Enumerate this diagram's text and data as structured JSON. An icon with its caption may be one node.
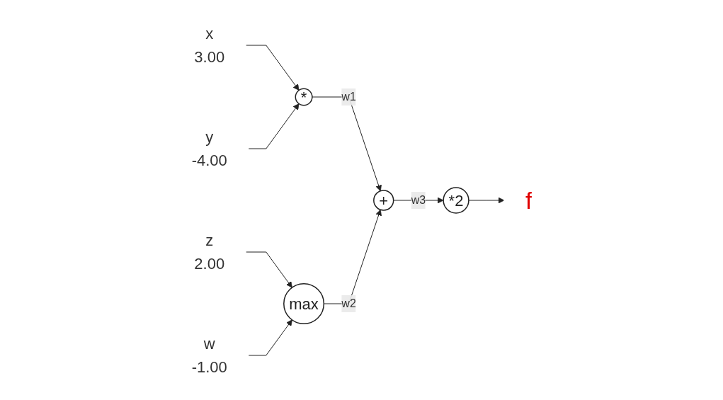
{
  "diagram": {
    "nodes": [
      {
        "text": [
          "x",
          "3.00"
        ]
      },
      {
        "text": [
          "y",
          "-4.00"
        ]
      },
      {
        "text": [
          "z",
          "2.00"
        ]
      },
      {
        "text": [
          "w",
          "-1.00"
        ]
      },
      {
        "text": [
          "*"
        ]
      },
      {
        "text": [
          "max"
        ]
      },
      {
        "text": [
          "+"
        ]
      },
      {
        "text": [
          "*2"
        ]
      },
      {
        "text": [
          "f"
        ]
      }
    ],
    "edges": [
      {
        "from": 0,
        "to": 4,
        "arrow": "to"
      },
      {
        "from": 1,
        "to": 4,
        "arrow": "to"
      },
      {
        "from": 2,
        "to": 5,
        "arrow": "to"
      },
      {
        "from": 3,
        "to": 5,
        "arrow": "to"
      },
      {
        "from": 4,
        "to": 6,
        "label": "w1",
        "arrow": "to"
      },
      {
        "from": 5,
        "to": 6,
        "label": "w2",
        "arrow": "to"
      },
      {
        "from": 6,
        "to": 7,
        "label": "w3",
        "arrow": "to"
      },
      {
        "from": 7,
        "to": 8,
        "arrow": "to"
      }
    ]
  }
}
